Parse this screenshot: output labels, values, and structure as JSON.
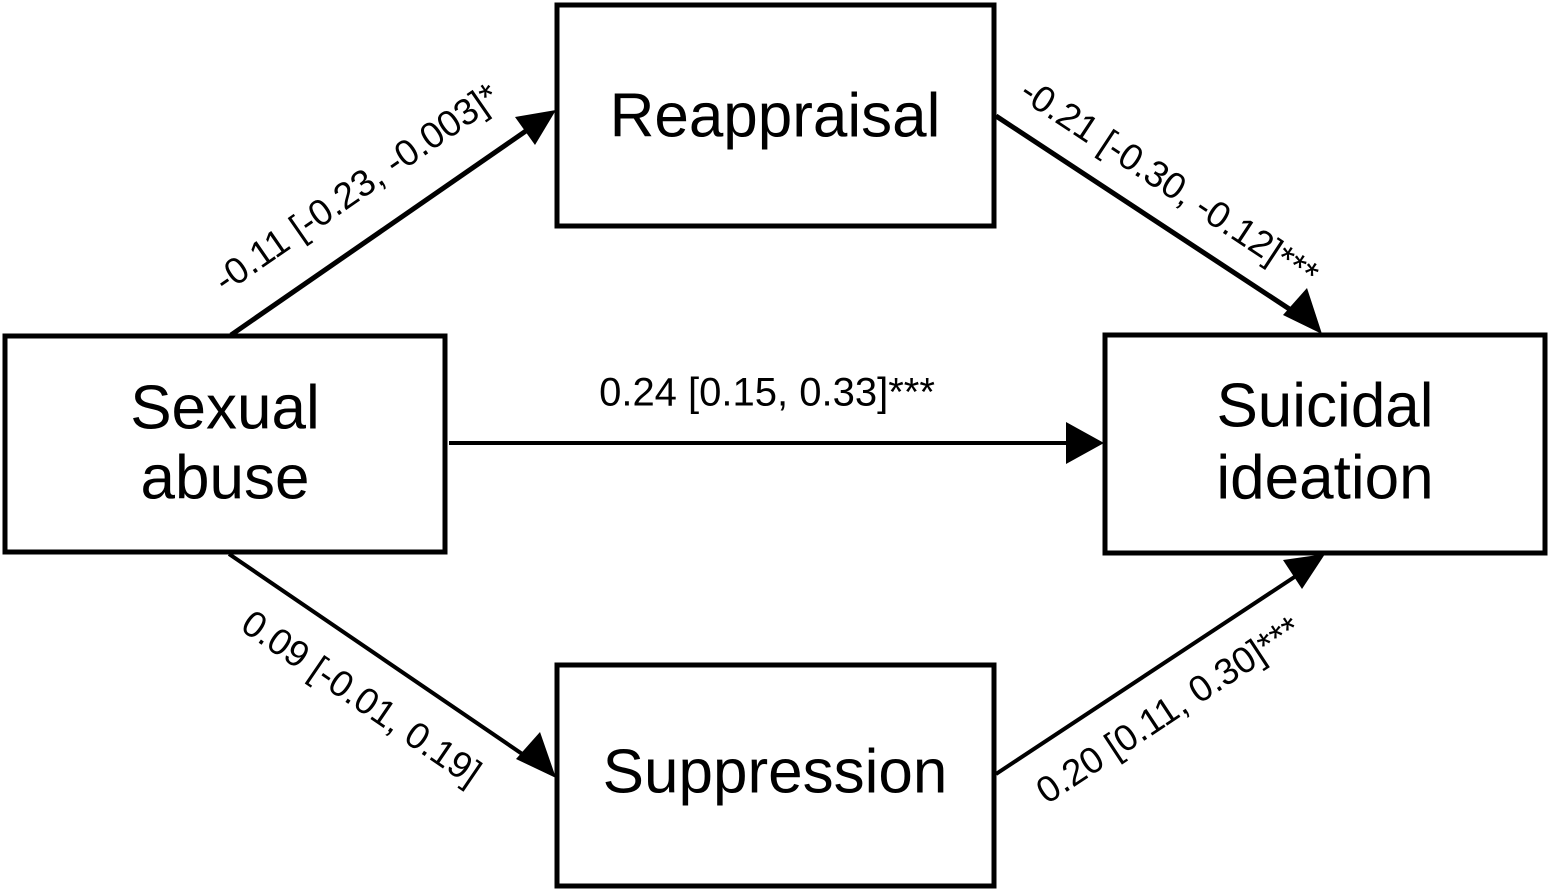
{
  "diagram": {
    "type": "mediation-path-model",
    "background_color": "#ffffff",
    "line_color": "#000000",
    "text_color": "#000000"
  },
  "nodes": {
    "predictor": {
      "label": "Sexual abuse",
      "line1": "Sexual",
      "line2": "abuse"
    },
    "mediator_top": {
      "label": "Reappraisal",
      "line1": "Reappraisal",
      "line2": ""
    },
    "mediator_bottom": {
      "label": "Suppression",
      "line1": "Suppression",
      "line2": ""
    },
    "outcome": {
      "label": "Suicidal ideation",
      "line1": "Suicidal",
      "line2": "ideation"
    }
  },
  "edges": {
    "abuse_to_reappraisal": {
      "label": "-0.11 [-0.23, -0.003]*",
      "coefficient": -0.11,
      "ci_lower": -0.23,
      "ci_upper": -0.003,
      "significance": "*",
      "from": "Sexual abuse",
      "to": "Reappraisal"
    },
    "reappraisal_to_ideation": {
      "label": "-0.21 [-0.30, -0.12]***",
      "coefficient": -0.21,
      "ci_lower": -0.3,
      "ci_upper": -0.12,
      "significance": "***",
      "from": "Reappraisal",
      "to": "Suicidal ideation"
    },
    "abuse_to_ideation": {
      "label": "0.24 [0.15, 0.33]***",
      "coefficient": 0.24,
      "ci_lower": 0.15,
      "ci_upper": 0.33,
      "significance": "***",
      "from": "Sexual abuse",
      "to": "Suicidal ideation"
    },
    "abuse_to_suppression": {
      "label": "0.09 [-0.01, 0.19]",
      "coefficient": 0.09,
      "ci_lower": -0.01,
      "ci_upper": 0.19,
      "significance": "",
      "from": "Sexual abuse",
      "to": "Suppression"
    },
    "suppression_to_ideation": {
      "label": "0.20 [0.11, 0.30]***",
      "coefficient": 0.2,
      "ci_lower": 0.11,
      "ci_upper": 0.3,
      "significance": "***",
      "from": "Suppression",
      "to": "Suicidal ideation"
    }
  }
}
